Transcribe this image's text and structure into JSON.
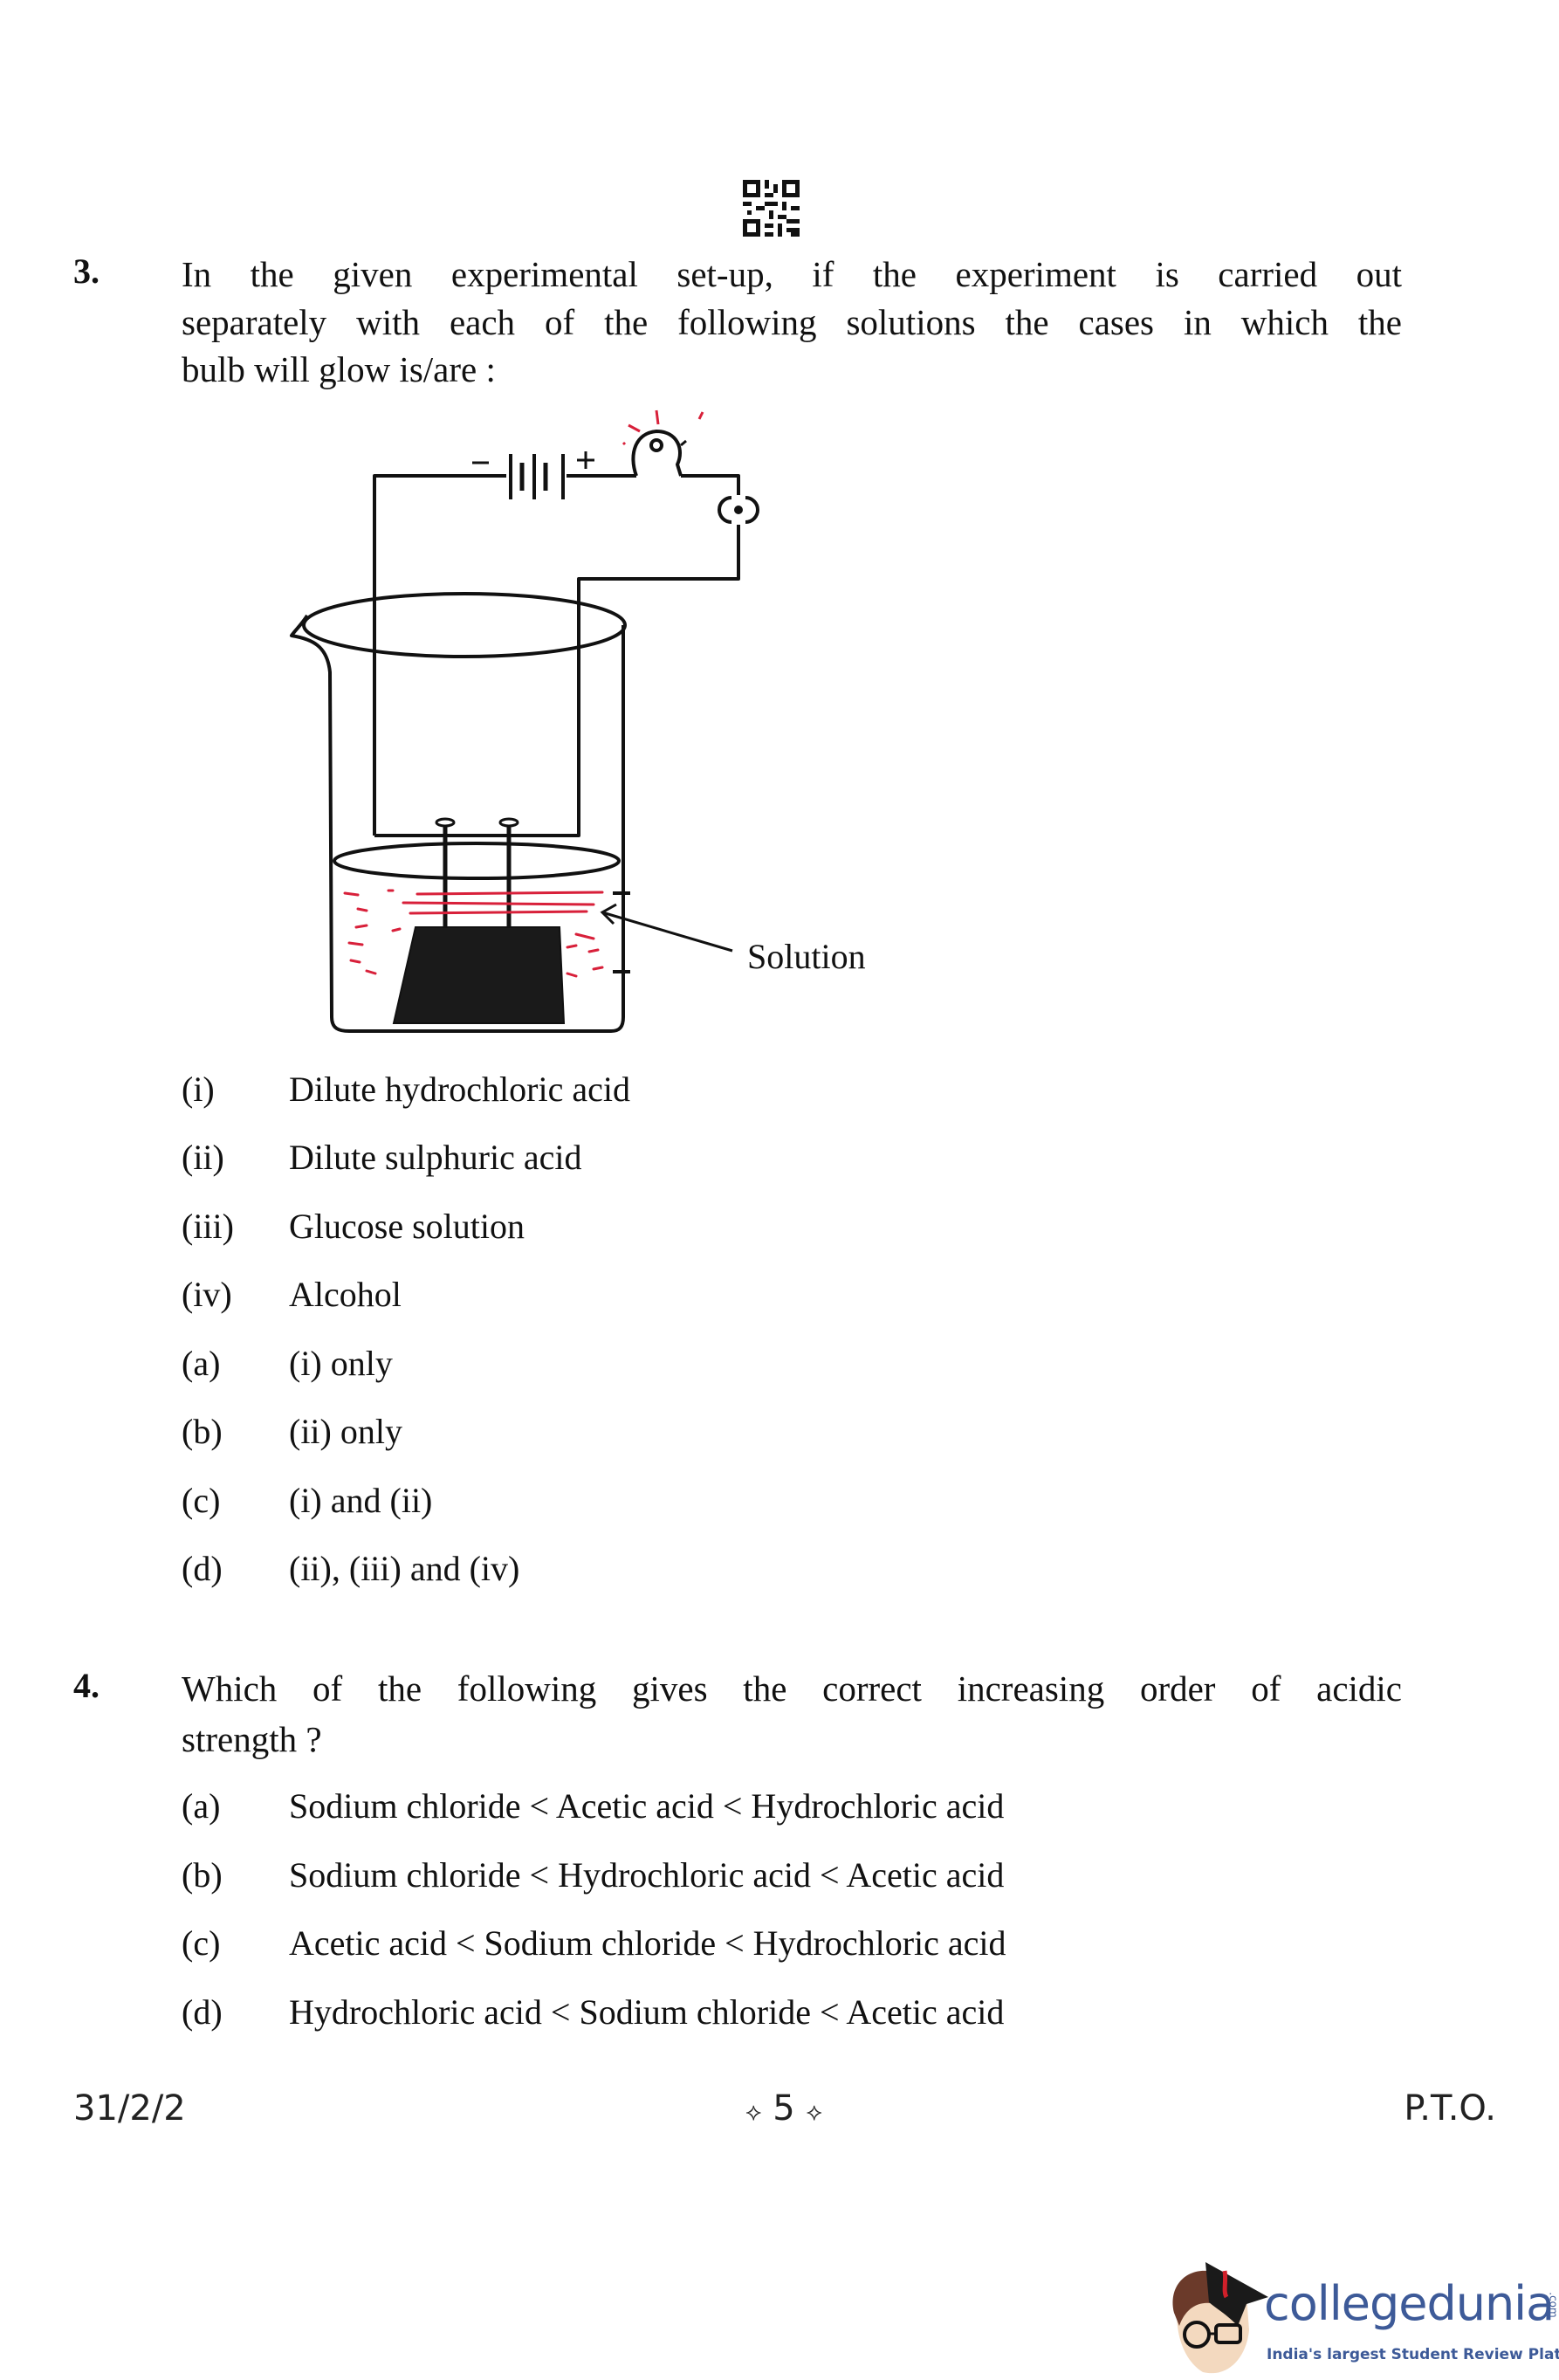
{
  "q3": {
    "number": "3.",
    "lines": [
      "In the given experimental set-up, if the experiment is carried out",
      "separately with each of the following solutions the cases in which the",
      "bulb will glow is/are :"
    ],
    "diagram_label": "Solution",
    "items": [
      {
        "label": "(i)",
        "text": "Dilute hydrochloric acid"
      },
      {
        "label": "(ii)",
        "text": "Dilute sulphuric acid"
      },
      {
        "label": "(iii)",
        "text": "Glucose solution"
      },
      {
        "label": "(iv)",
        "text": "Alcohol"
      }
    ],
    "options": [
      {
        "label": "(a)",
        "text": "(i) only"
      },
      {
        "label": "(b)",
        "text": "(ii) only"
      },
      {
        "label": "(c)",
        "text": "(i) and (ii)"
      },
      {
        "label": "(d)",
        "text": "(ii), (iii) and (iv)"
      }
    ]
  },
  "q4": {
    "number": "4.",
    "lines": [
      "Which of the following gives the correct increasing order of acidic",
      "strength ?"
    ],
    "options": [
      {
        "label": "(a)",
        "text": "Sodium chloride < Acetic acid < Hydrochloric acid"
      },
      {
        "label": "(b)",
        "text": "Sodium chloride < Hydrochloric acid < Acetic acid"
      },
      {
        "label": "(c)",
        "text": "Acetic acid < Sodium chloride < Hydrochloric acid"
      },
      {
        "label": "(d)",
        "text": "Hydrochloric acid < Sodium chloride < Acetic acid"
      }
    ]
  },
  "footer": {
    "code": "31/2/2",
    "page": "5",
    "pto": "P.T.O."
  },
  "logo": {
    "name": "collegedunia",
    "suffix": ".com",
    "tagline": "India's largest Student Review Platform",
    "brand_color": "#3d5a98"
  }
}
